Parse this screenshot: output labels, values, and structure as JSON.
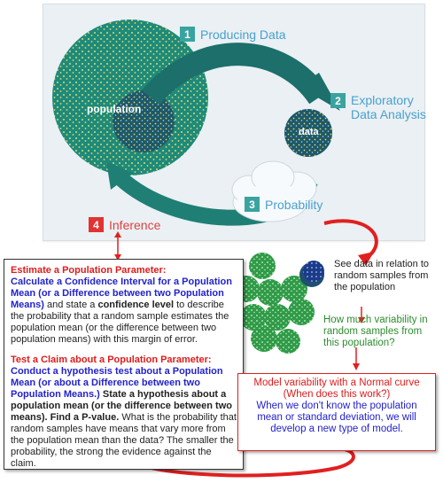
{
  "stages": [
    {
      "number": "1",
      "label": "Producing Data"
    },
    {
      "number": "2",
      "label": "Exploratory",
      "label2": "Data Analysis"
    },
    {
      "number": "3",
      "label": "Probability"
    },
    {
      "number": "4",
      "label": "Inference"
    }
  ],
  "circle_labels": {
    "population": "population",
    "data": "data"
  },
  "see_data_text": "See data in relation to random samples from the population",
  "variability_text": "How much variability in random samples from this population?",
  "left_box": {
    "section1_heading": "Estimate a Population Parameter:",
    "section1_blue": "Calculate a Confidence Interval for a Population Mean (or a Difference between two Population Means)",
    "section1_text_a": " and state a ",
    "section1_bold": "confidence level",
    "section1_text_b": " to describe the probability that a random sample estimates the population mean (or the difference between two population means) with this margin of error.",
    "section2_heading": "Test a Claim about a Population Parameter:",
    "section2_blue": "Conduct a hypothesis test about a Population Mean (or about a Difference between two Population Means.)",
    "section2_bold": " State a hypothesis about a population  mean (or the difference between two means). Find a P-value.",
    "section2_text": " What is the probability that random samples have means that vary more from the population mean than the data? The smaller the probability, the strong the evidence against the claim."
  },
  "right_box": {
    "line1": "Model variability with a Normal curve",
    "line2": "(When does this work?)",
    "line3": "When we don't know the population mean or standard deviation, we will develop a new type of model."
  },
  "colors": {
    "teal": "#1e7f7a",
    "dark_circle": "#1f5a6e",
    "accent_blue": "#4aa0cf",
    "red": "#e01b1b",
    "green_text": "#2e8b2e"
  }
}
